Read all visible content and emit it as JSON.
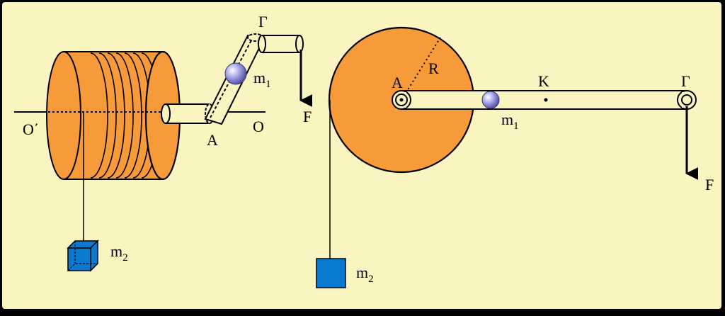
{
  "colors": {
    "background": "#FAF5C0",
    "frame": "#000000",
    "drum": "#F79A3A",
    "mass_m2": "#0A79D0",
    "bead_m1": "#9C9CE8",
    "rod": "#FAF5C0"
  },
  "left_view": {
    "axis_left_label": "O΄",
    "axis_right_label": "O",
    "pivot_label": "A",
    "rod_end_label": "Γ",
    "force_label": "F",
    "bead_label": "m",
    "bead_subscript": "1",
    "mass_label": "m",
    "mass_subscript": "2"
  },
  "right_view": {
    "pivot_label": "A",
    "radius_label": "R",
    "midpoint_label": "K",
    "rod_end_label": "Γ",
    "force_label": "F",
    "bead_label": "m",
    "bead_subscript": "1",
    "mass_label": "m",
    "mass_subscript": "2"
  }
}
